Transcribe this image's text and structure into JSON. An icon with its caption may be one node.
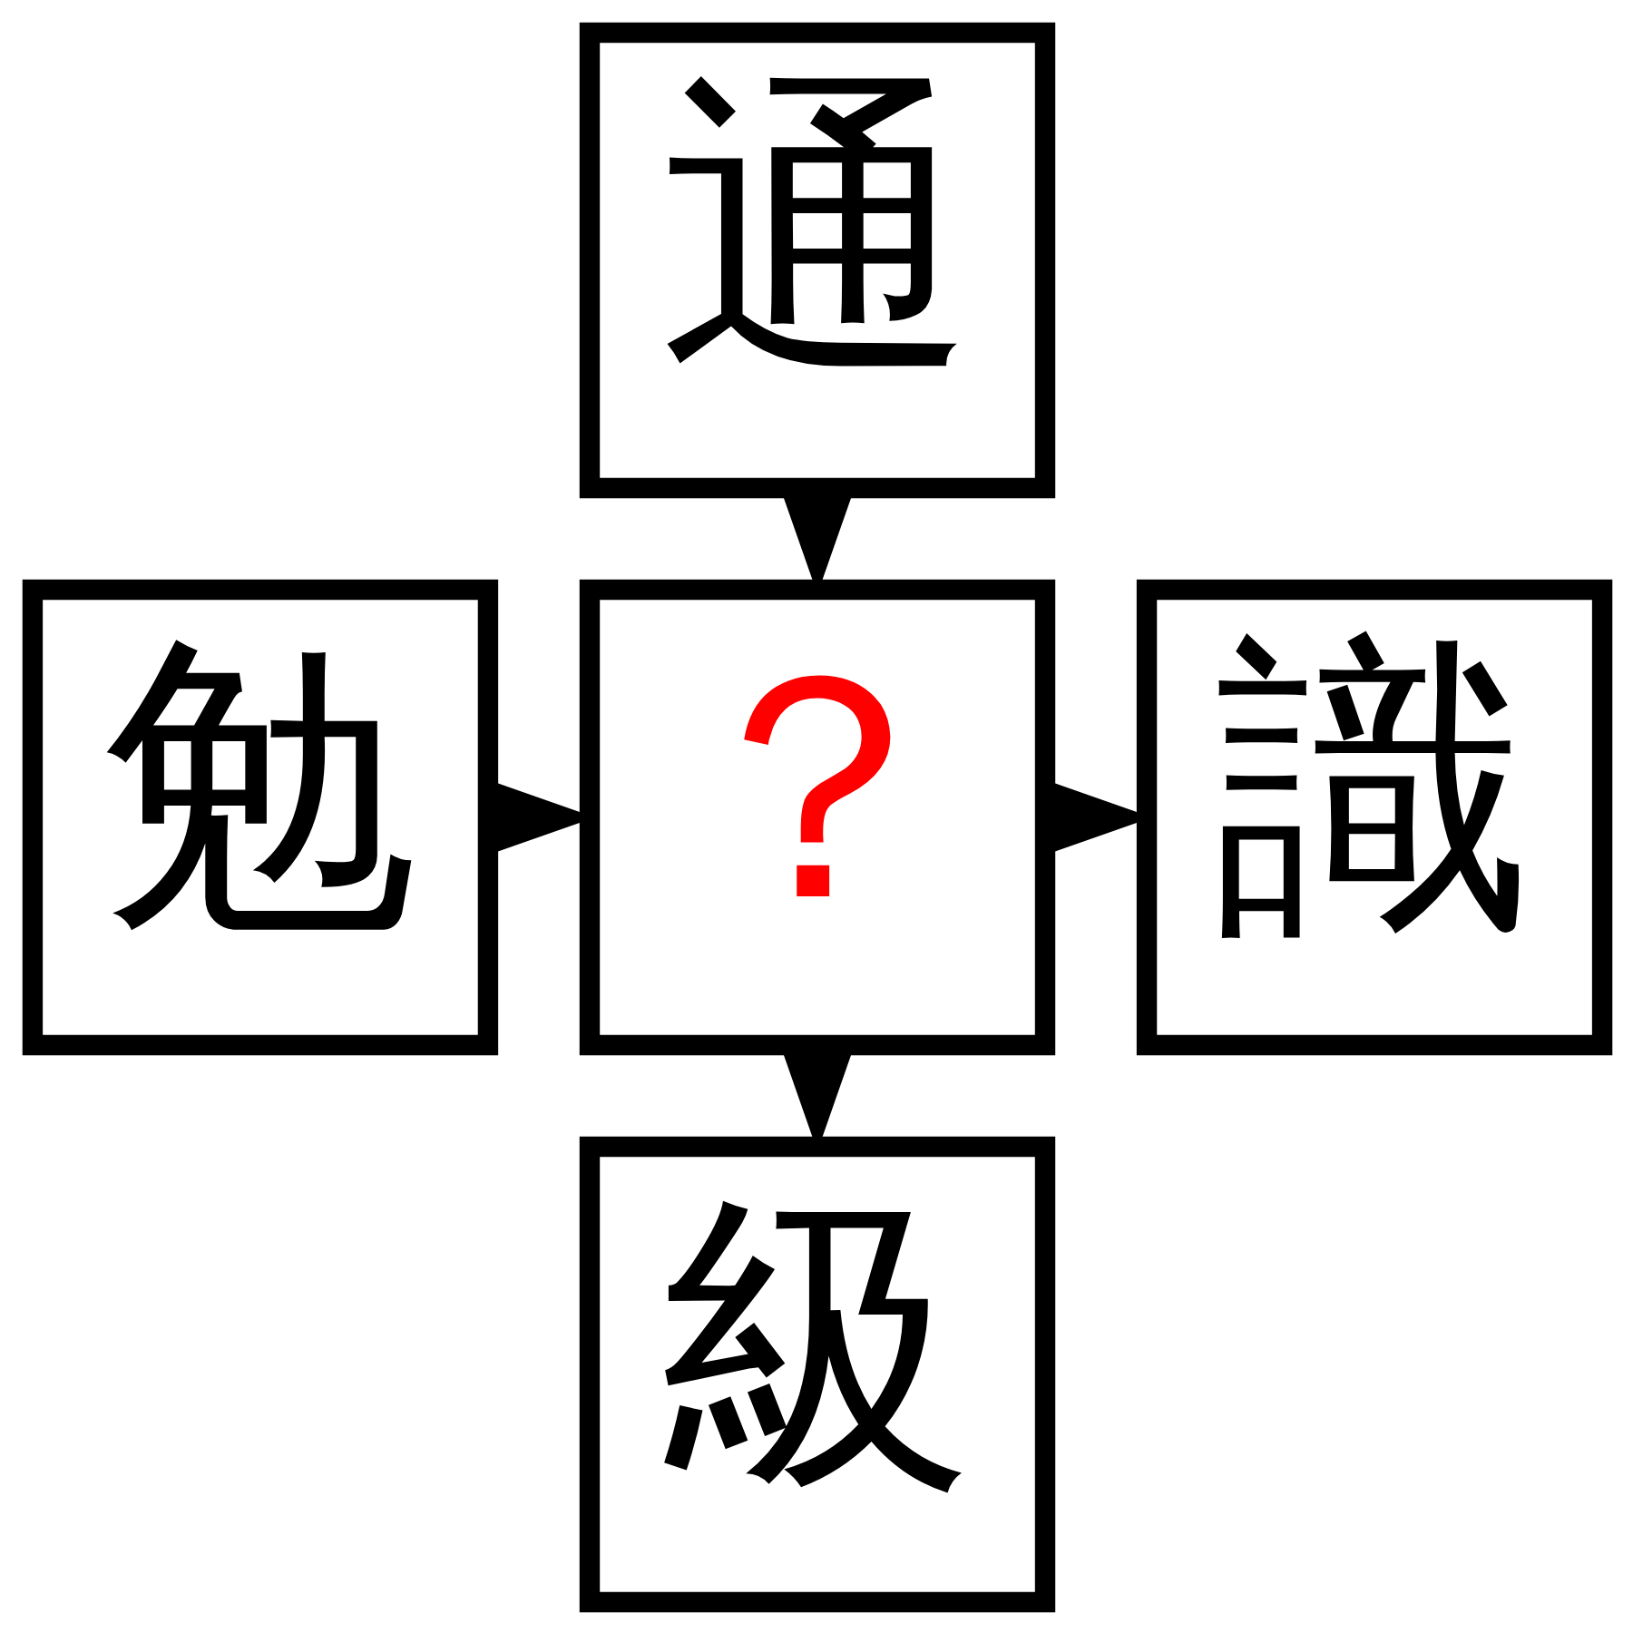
{
  "diagram": {
    "nodes": [
      {
        "text": [
          "通"
        ]
      },
      {
        "text": [
          "勉"
        ]
      },
      {
        "text": [
          "？"
        ]
      },
      {
        "text": [
          "識"
        ]
      },
      {
        "text": [
          "級"
        ]
      }
    ],
    "edges": [
      {
        "from": 0,
        "to": 2,
        "arrow": "to"
      },
      {
        "from": 1,
        "to": 2,
        "arrow": "to"
      },
      {
        "from": 2,
        "to": 3,
        "arrow": "to"
      },
      {
        "from": 2,
        "to": 4,
        "arrow": "to"
      }
    ]
  }
}
